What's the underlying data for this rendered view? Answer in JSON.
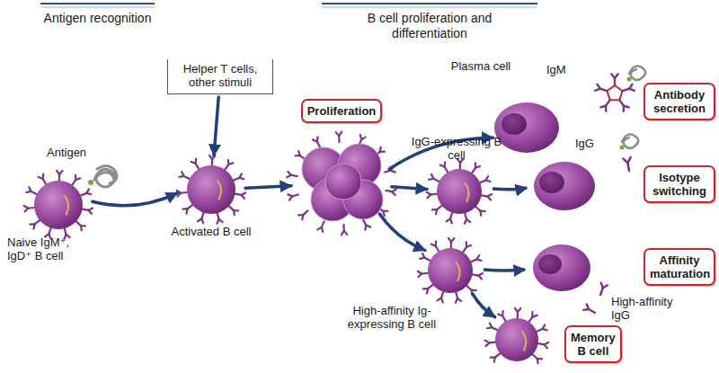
{
  "diagram": {
    "nodes": [
      {
        "text": [
          "Naive IgM⁺, IgD⁺ B cell"
        ]
      },
      {
        "text": [
          "Helper T cells, other stimuli"
        ]
      },
      {
        "text": [
          "Activated B cell"
        ]
      },
      {
        "text": [
          "Proliferation"
        ]
      },
      {
        "text": [
          "Plasma cell"
        ]
      },
      {
        "text": [
          "Antibody secretion"
        ]
      },
      {
        "text": [
          "IgG-expressing B cell"
        ]
      },
      {
        "text": [
          "Isotype switching"
        ]
      },
      {
        "text": [
          "High-affinity Ig-expressing B cell"
        ]
      },
      {
        "text": [
          "Affinity maturation"
        ]
      },
      {
        "text": [
          "Memory B cell"
        ]
      }
    ],
    "edges": [
      {
        "from": 0,
        "to": 2,
        "arrow": "to"
      },
      {
        "from": 1,
        "to": 2,
        "arrow": "to"
      },
      {
        "from": 2,
        "to": 3,
        "arrow": "to"
      },
      {
        "from": 3,
        "to": 4,
        "arrow": "to"
      },
      {
        "from": 3,
        "to": 6,
        "arrow": "to"
      },
      {
        "from": 3,
        "to": 8,
        "arrow": "to"
      },
      {
        "from": 8,
        "to": 10,
        "arrow": "to"
      }
    ],
    "labels": [
      "Antigen recognition",
      "B cell proliferation and differentiation",
      "Antigen",
      "IgM",
      "IgG",
      "High-affinity IgG"
    ]
  }
}
